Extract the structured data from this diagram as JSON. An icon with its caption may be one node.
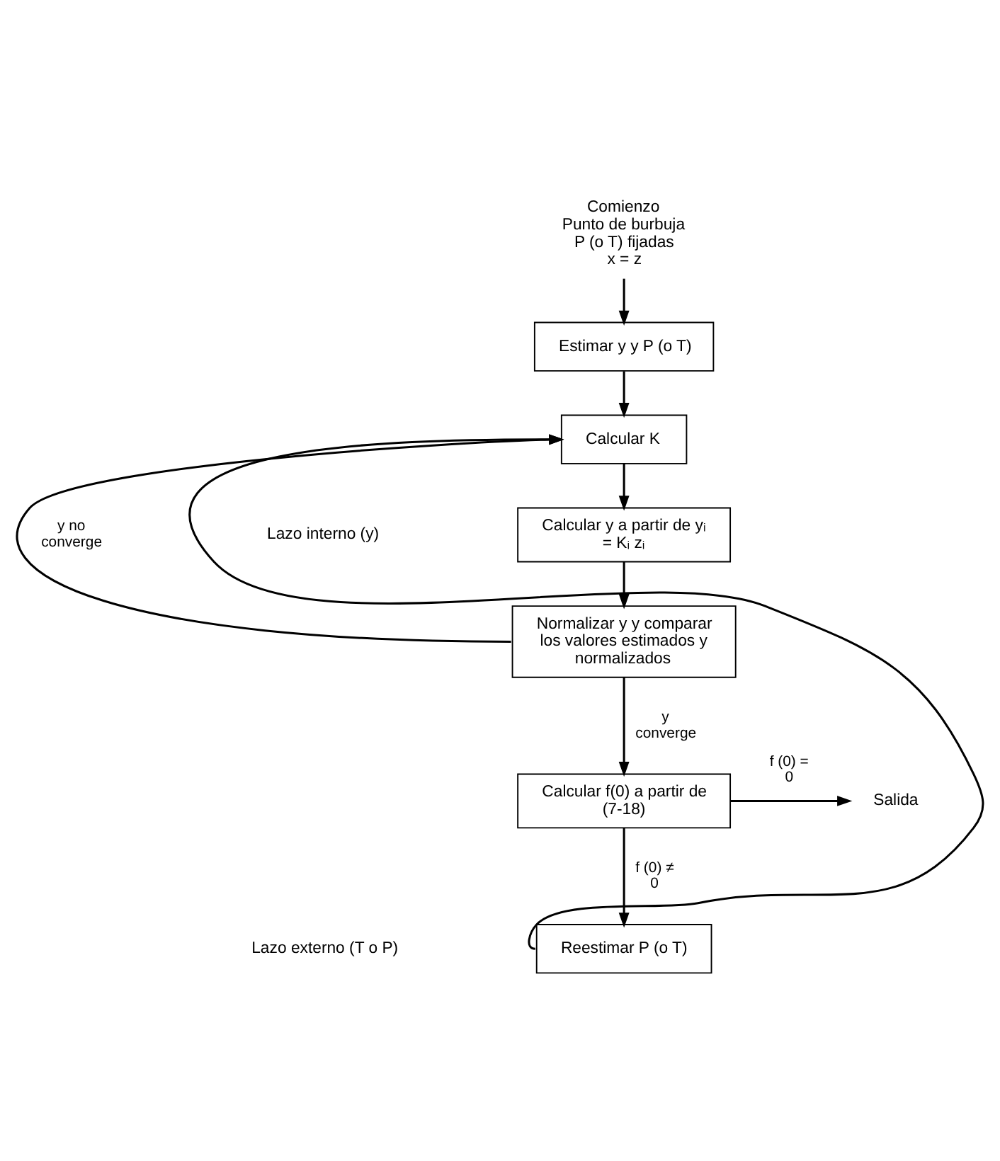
{
  "diagram": {
    "nodes": [
      {
        "text": [
          "Comienzo",
          "Punto de burbuja",
          "P (o T) fijadas",
          "x = z"
        ]
      },
      {
        "text": [
          "Estimar y y P (o T)"
        ]
      },
      {
        "text": [
          "Calcular K"
        ]
      },
      {
        "text": [
          "Calcular y a partir de yᵢ = Kᵢ zᵢ"
        ]
      },
      {
        "text": [
          "Normalizar y y comparar los valores estimados y normalizados"
        ]
      },
      {
        "text": [
          "Calcular f(0) a partir de (7-18)"
        ]
      },
      {
        "text": [
          "Reestimar P (o T)"
        ]
      },
      {
        "text": [
          "Salida"
        ]
      }
    ],
    "edges": [
      {
        "from": 0,
        "to": 1,
        "arrow": "to"
      },
      {
        "from": 1,
        "to": 2,
        "arrow": "to"
      },
      {
        "from": 2,
        "to": 3,
        "arrow": "to"
      },
      {
        "from": 3,
        "to": 4,
        "arrow": "to"
      },
      {
        "from": 4,
        "to": 2,
        "arrow": "to",
        "label": "y no converge"
      },
      {
        "from": 4,
        "to": 5,
        "arrow": "to",
        "label": "y converge"
      },
      {
        "from": 5,
        "to": 7,
        "arrow": "to",
        "label": "f (0) = 0"
      },
      {
        "from": 5,
        "to": 6,
        "arrow": "to",
        "label": "f (0) ≠ 0"
      },
      {
        "from": 6,
        "to": 2,
        "arrow": "to"
      }
    ],
    "labels": [
      "Lazo interno (y)",
      "Lazo externo (T o P)"
    ]
  }
}
